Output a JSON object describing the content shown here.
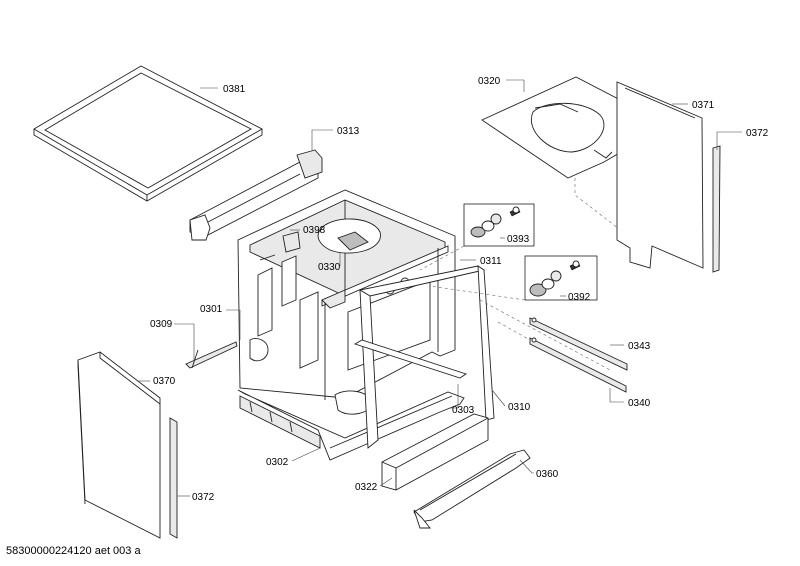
{
  "parts": [
    {
      "id": "p0381",
      "label": "0381"
    },
    {
      "id": "p0313",
      "label": "0313"
    },
    {
      "id": "p0320",
      "label": "0320"
    },
    {
      "id": "p0371",
      "label": "0371"
    },
    {
      "id": "p0372a",
      "label": "0372"
    },
    {
      "id": "p0398",
      "label": "0398"
    },
    {
      "id": "p0330",
      "label": "0330"
    },
    {
      "id": "p0393",
      "label": "0393"
    },
    {
      "id": "p0311",
      "label": "0311"
    },
    {
      "id": "p0392",
      "label": "0392"
    },
    {
      "id": "p0301",
      "label": "0301"
    },
    {
      "id": "p0309",
      "label": "0309"
    },
    {
      "id": "p0343",
      "label": "0343"
    },
    {
      "id": "p0370",
      "label": "0370"
    },
    {
      "id": "p0340",
      "label": "0340"
    },
    {
      "id": "p0303",
      "label": "0303"
    },
    {
      "id": "p0310",
      "label": "0310"
    },
    {
      "id": "p0302",
      "label": "0302"
    },
    {
      "id": "p0360",
      "label": "0360"
    },
    {
      "id": "p0322",
      "label": "0322"
    },
    {
      "id": "p0372b",
      "label": "0372"
    }
  ],
  "document_id": "58300000224120 aet 003 a"
}
